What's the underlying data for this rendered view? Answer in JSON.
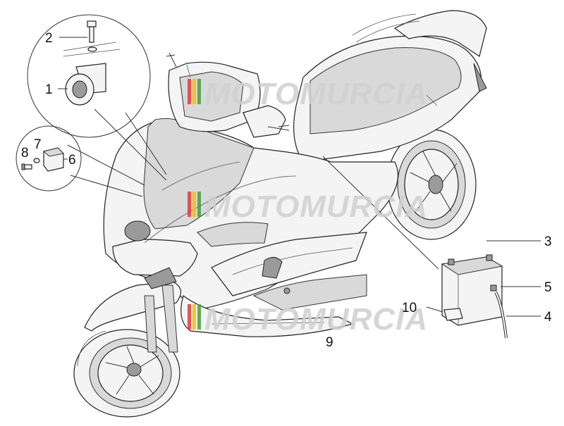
{
  "callouts": [
    {
      "id": "1",
      "label": "1"
    },
    {
      "id": "2",
      "label": "2"
    },
    {
      "id": "3",
      "label": "3"
    },
    {
      "id": "4",
      "label": "4"
    },
    {
      "id": "5",
      "label": "5"
    },
    {
      "id": "6",
      "label": "6"
    },
    {
      "id": "7",
      "label": "7"
    },
    {
      "id": "8",
      "label": "8"
    },
    {
      "id": "9",
      "label": "9"
    },
    {
      "id": "10",
      "label": "10"
    }
  ],
  "watermark": {
    "text": "MOTOMURCIA"
  },
  "colors": {
    "line": "#333333",
    "watermark_text": "#d0d0d0",
    "stripe_red": "#e53935",
    "stripe_yellow": "#f2c200",
    "stripe_green": "#43a047"
  }
}
